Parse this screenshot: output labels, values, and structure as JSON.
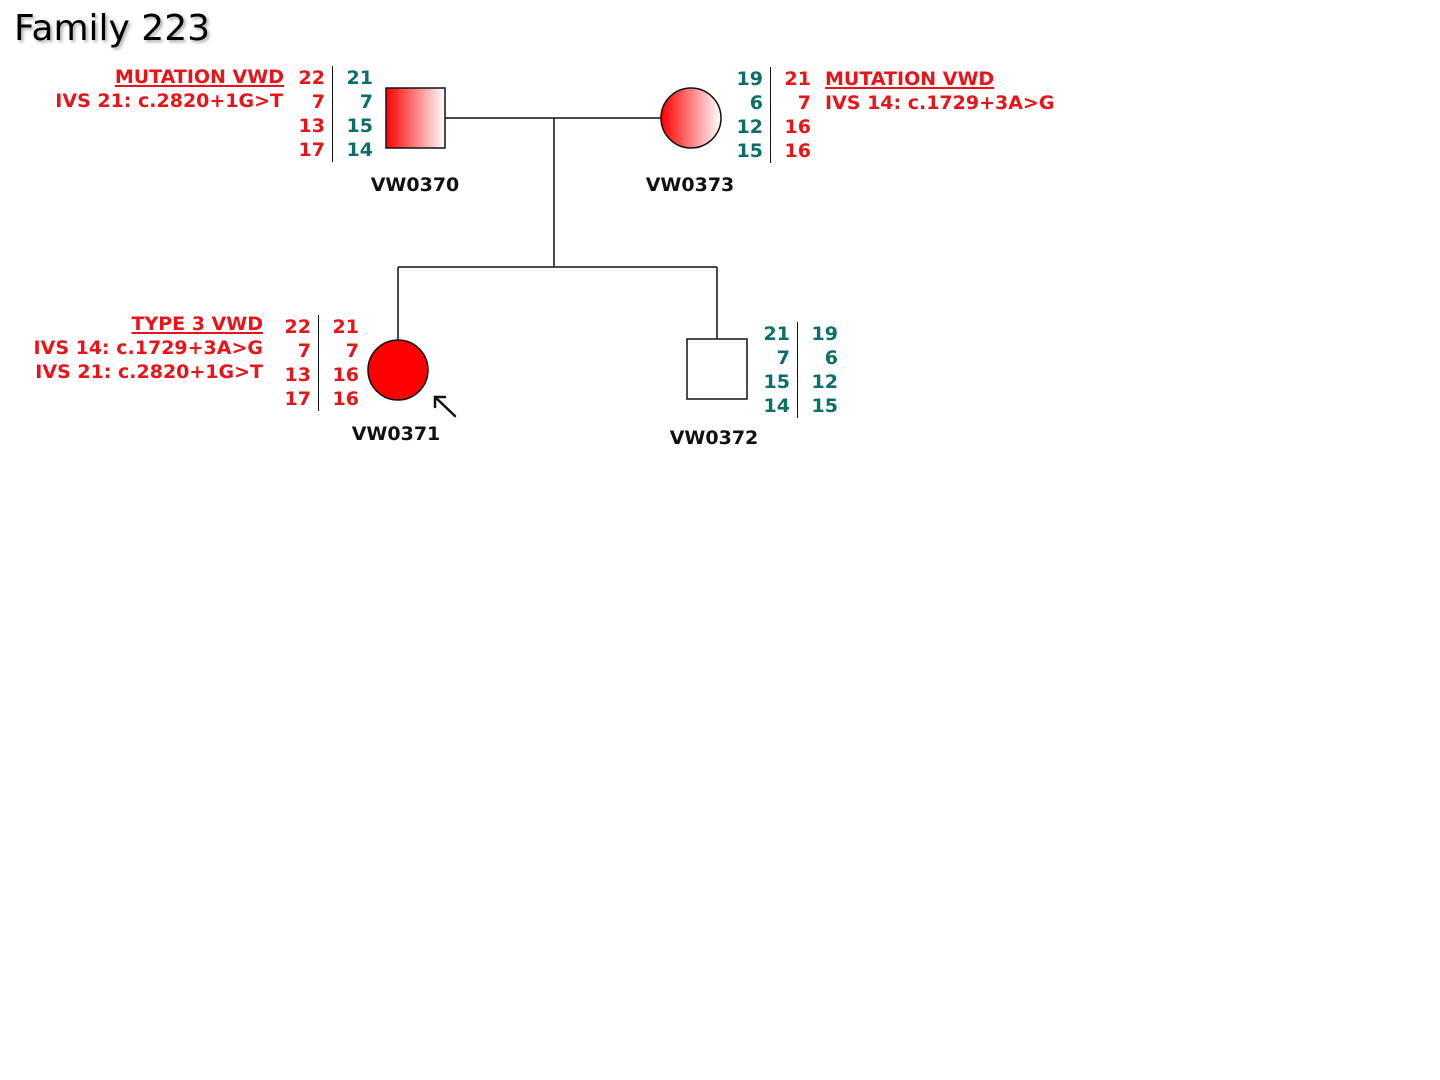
{
  "title": "Family 223",
  "colors": {
    "affected": "#ff0000",
    "carrier_gradient_start": "#ff0000",
    "carrier_gradient_end": "#ffffff",
    "allele_red": "#e8141a",
    "allele_teal": "#0a6f6a",
    "line": "#111111"
  },
  "individuals": [
    {
      "id": "VW0370",
      "sex": "male",
      "status": "carrier",
      "annotation_heading": "MUTATION VWD",
      "annotation_lines": [
        "IVS 21: c.2820+1G>T"
      ],
      "haplotype_left": [
        {
          "v": "22",
          "c": "red"
        },
        {
          "v": "7",
          "c": "red"
        },
        {
          "v": "13",
          "c": "red"
        },
        {
          "v": "17",
          "c": "red"
        }
      ],
      "haplotype_right": [
        {
          "v": "21",
          "c": "teal"
        },
        {
          "v": "7",
          "c": "teal"
        },
        {
          "v": "15",
          "c": "teal"
        },
        {
          "v": "14",
          "c": "teal"
        }
      ]
    },
    {
      "id": "VW0373",
      "sex": "female",
      "status": "carrier",
      "annotation_heading": "MUTATION VWD",
      "annotation_lines": [
        "IVS 14: c.1729+3A>G"
      ],
      "haplotype_left": [
        {
          "v": "19",
          "c": "teal"
        },
        {
          "v": "6",
          "c": "teal"
        },
        {
          "v": "12",
          "c": "teal"
        },
        {
          "v": "15",
          "c": "teal"
        }
      ],
      "haplotype_right": [
        {
          "v": "21",
          "c": "red"
        },
        {
          "v": "7",
          "c": "red"
        },
        {
          "v": "16",
          "c": "red"
        },
        {
          "v": "16",
          "c": "red"
        }
      ]
    },
    {
      "id": "VW0371",
      "sex": "female",
      "status": "affected",
      "proband": true,
      "annotation_heading": "TYPE 3 VWD",
      "annotation_lines": [
        "IVS 14: c.1729+3A>G",
        "IVS 21: c.2820+1G>T"
      ],
      "haplotype_left": [
        {
          "v": "22",
          "c": "red"
        },
        {
          "v": "7",
          "c": "red"
        },
        {
          "v": "13",
          "c": "red"
        },
        {
          "v": "17",
          "c": "red"
        }
      ],
      "haplotype_right": [
        {
          "v": "21",
          "c": "red"
        },
        {
          "v": "7",
          "c": "red"
        },
        {
          "v": "16",
          "c": "red"
        },
        {
          "v": "16",
          "c": "red"
        }
      ]
    },
    {
      "id": "VW0372",
      "sex": "male",
      "status": "unaffected",
      "haplotype_left": [
        {
          "v": "21",
          "c": "teal"
        },
        {
          "v": "7",
          "c": "teal"
        },
        {
          "v": "15",
          "c": "teal"
        },
        {
          "v": "14",
          "c": "teal"
        }
      ],
      "haplotype_right": [
        {
          "v": "19",
          "c": "teal"
        },
        {
          "v": "6",
          "c": "teal"
        },
        {
          "v": "12",
          "c": "teal"
        },
        {
          "v": "15",
          "c": "teal"
        }
      ]
    }
  ]
}
